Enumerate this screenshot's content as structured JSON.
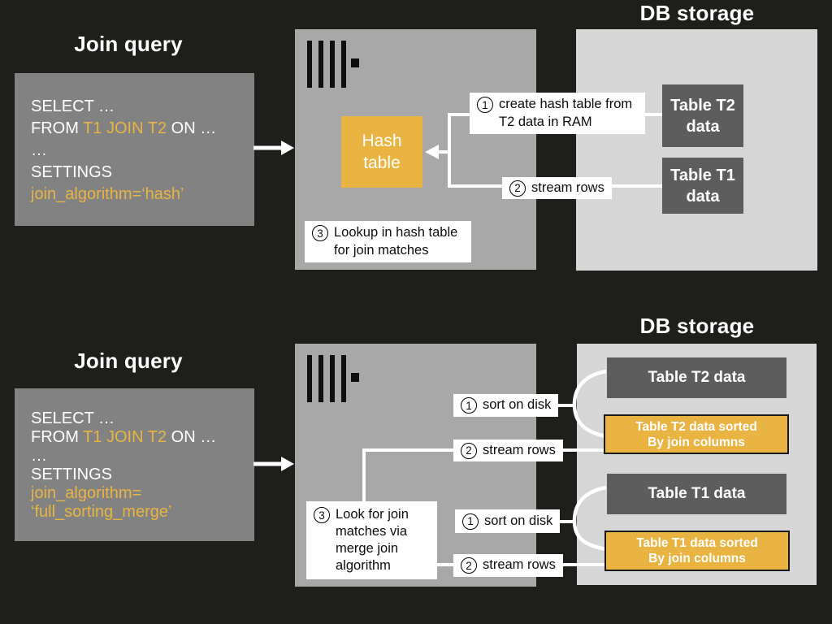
{
  "colors": {
    "background": "#1e1e1b",
    "query_box_gray": "#828282",
    "server_box_gray": "#a8a8a8",
    "db_storage_gray": "#d6d6d6",
    "table_dark_gray": "#5d5d5d",
    "accent_orange": "#e9b442",
    "line_and_text_white": "#ffffff",
    "label_text_black": "#0d0d0d"
  },
  "hash_join": {
    "query_title": "Join query",
    "db_title": "DB storage",
    "sql": {
      "select": "SELECT …",
      "from_kw": "FROM",
      "join_clause": "T1 JOIN T2",
      "on_kw": "ON …",
      "ellipsis": "…",
      "settings_kw": "SETTINGS",
      "setting_value": "join_algorithm=‘hash’"
    },
    "hash_table": "Hash table",
    "step1": {
      "num": "1",
      "line1": "create hash table from",
      "line2": "T2 data in RAM"
    },
    "step2": {
      "num": "2",
      "text": "stream rows"
    },
    "step3": {
      "num": "3",
      "line1": "Lookup in hash table",
      "line2": "for join matches"
    },
    "table_t2": "Table T2 data",
    "table_t1": "Table T1 data"
  },
  "merge_join": {
    "query_title": "Join query",
    "db_title": "DB storage",
    "sql": {
      "select": "SELECT …",
      "from_kw": "FROM",
      "join_clause": "T1 JOIN T2",
      "on_kw": "ON …",
      "ellipsis": "…",
      "settings_kw": "SETTINGS",
      "setting_value_line1": "join_algorithm=",
      "setting_value_line2": "‘full_sorting_merge’"
    },
    "step_sort_t2": {
      "num": "1",
      "text": "sort on disk"
    },
    "step_stream_t2": {
      "num": "2",
      "text": "stream rows"
    },
    "step_lookup": {
      "num": "3",
      "line1": "Look for join",
      "line2": "matches via",
      "line3": "merge join",
      "line4": "algorithm"
    },
    "step_sort_t1": {
      "num": "1",
      "text": "sort on disk"
    },
    "step_stream_t1": {
      "num": "2",
      "text": "stream rows"
    },
    "table_t2": "Table T2 data",
    "table_t2_sorted_line1": "Table T2 data sorted",
    "table_t2_sorted_line2": "By join columns",
    "table_t1": "Table T1 data",
    "table_t1_sorted_line1": "Table T1 data sorted",
    "table_t1_sorted_line2": "By join columns"
  }
}
